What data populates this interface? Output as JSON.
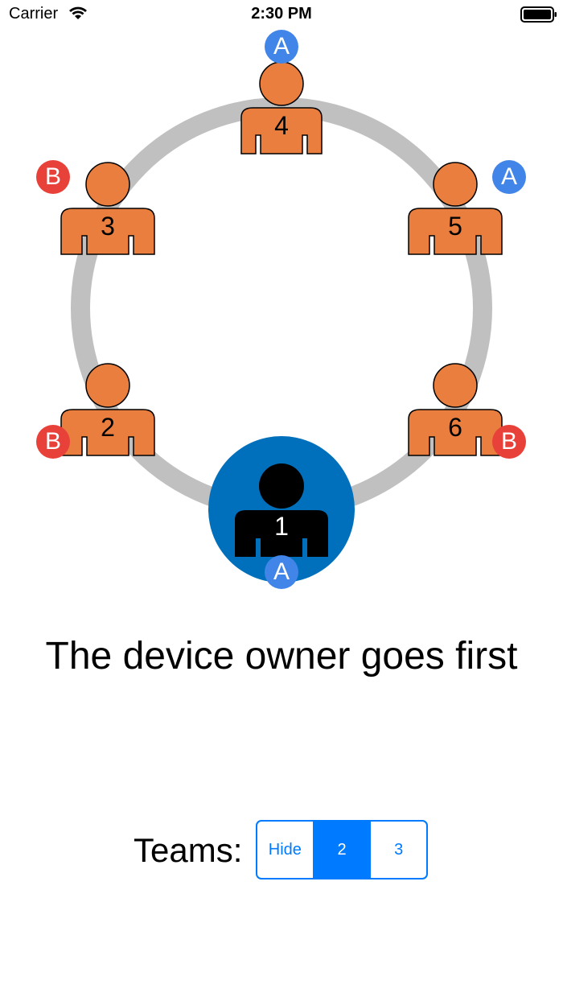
{
  "status_bar": {
    "carrier": "Carrier",
    "time": "2:30 PM"
  },
  "colors": {
    "player_fill": "#e97e3e",
    "owner_disc": "#0070bc",
    "team_a": "#4285e8",
    "team_b": "#e8413a",
    "ring": "#c0c0c0",
    "accent": "#007aff"
  },
  "players": [
    {
      "number": "1",
      "team": "A",
      "is_owner": true
    },
    {
      "number": "2",
      "team": "B"
    },
    {
      "number": "3",
      "team": "B"
    },
    {
      "number": "4",
      "team": "A"
    },
    {
      "number": "5",
      "team": "A"
    },
    {
      "number": "6",
      "team": "B"
    }
  ],
  "headline": "The device owner goes first",
  "teams": {
    "label": "Teams:",
    "options": [
      "Hide",
      "2",
      "3"
    ],
    "selected": "2"
  }
}
